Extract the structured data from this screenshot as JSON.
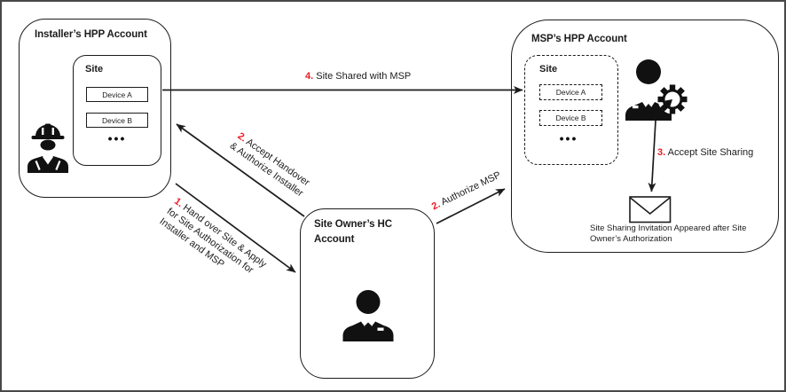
{
  "colors": {
    "accent_red": "#ED1C24",
    "line": "#1c1c1c",
    "background": "#ffffff"
  },
  "icons": {
    "installer": "construction-worker-icon",
    "owner": "business-person-icon",
    "msp": "person-with-gear-icon",
    "invitation": "envelope-icon"
  },
  "installer_account": {
    "title": "Installer’s HPP Account",
    "site": {
      "title": "Site",
      "device_a": "Device A",
      "device_b": "Device B",
      "more": "•••"
    }
  },
  "owner_account": {
    "title_line1": "Site Owner’s HC",
    "title_line2": "Account"
  },
  "msp_account": {
    "title": "MSP’s HPP Account",
    "site": {
      "title": "Site",
      "device_a": "Device A",
      "device_b": "Device B",
      "more": "•••"
    },
    "invitation": {
      "caption_line1": "Site Sharing Invitation Appeared after Site",
      "caption_line2": "Owner’s Authorization"
    }
  },
  "steps": {
    "step1": {
      "num": "1.",
      "line1": "Hand over Site & Apply",
      "line2": "for Site Authorization for",
      "line3": "Installer and MSP"
    },
    "step2_installer": {
      "num": "2.",
      "line1": "Accept Handover",
      "line2": "& Authorize Installer"
    },
    "step2_msp": {
      "num": "2.",
      "label": "Authorize MSP"
    },
    "step3": {
      "num": "3.",
      "label": "Accept Site Sharing"
    },
    "step4": {
      "num": "4.",
      "label": "Site Shared with MSP"
    }
  }
}
